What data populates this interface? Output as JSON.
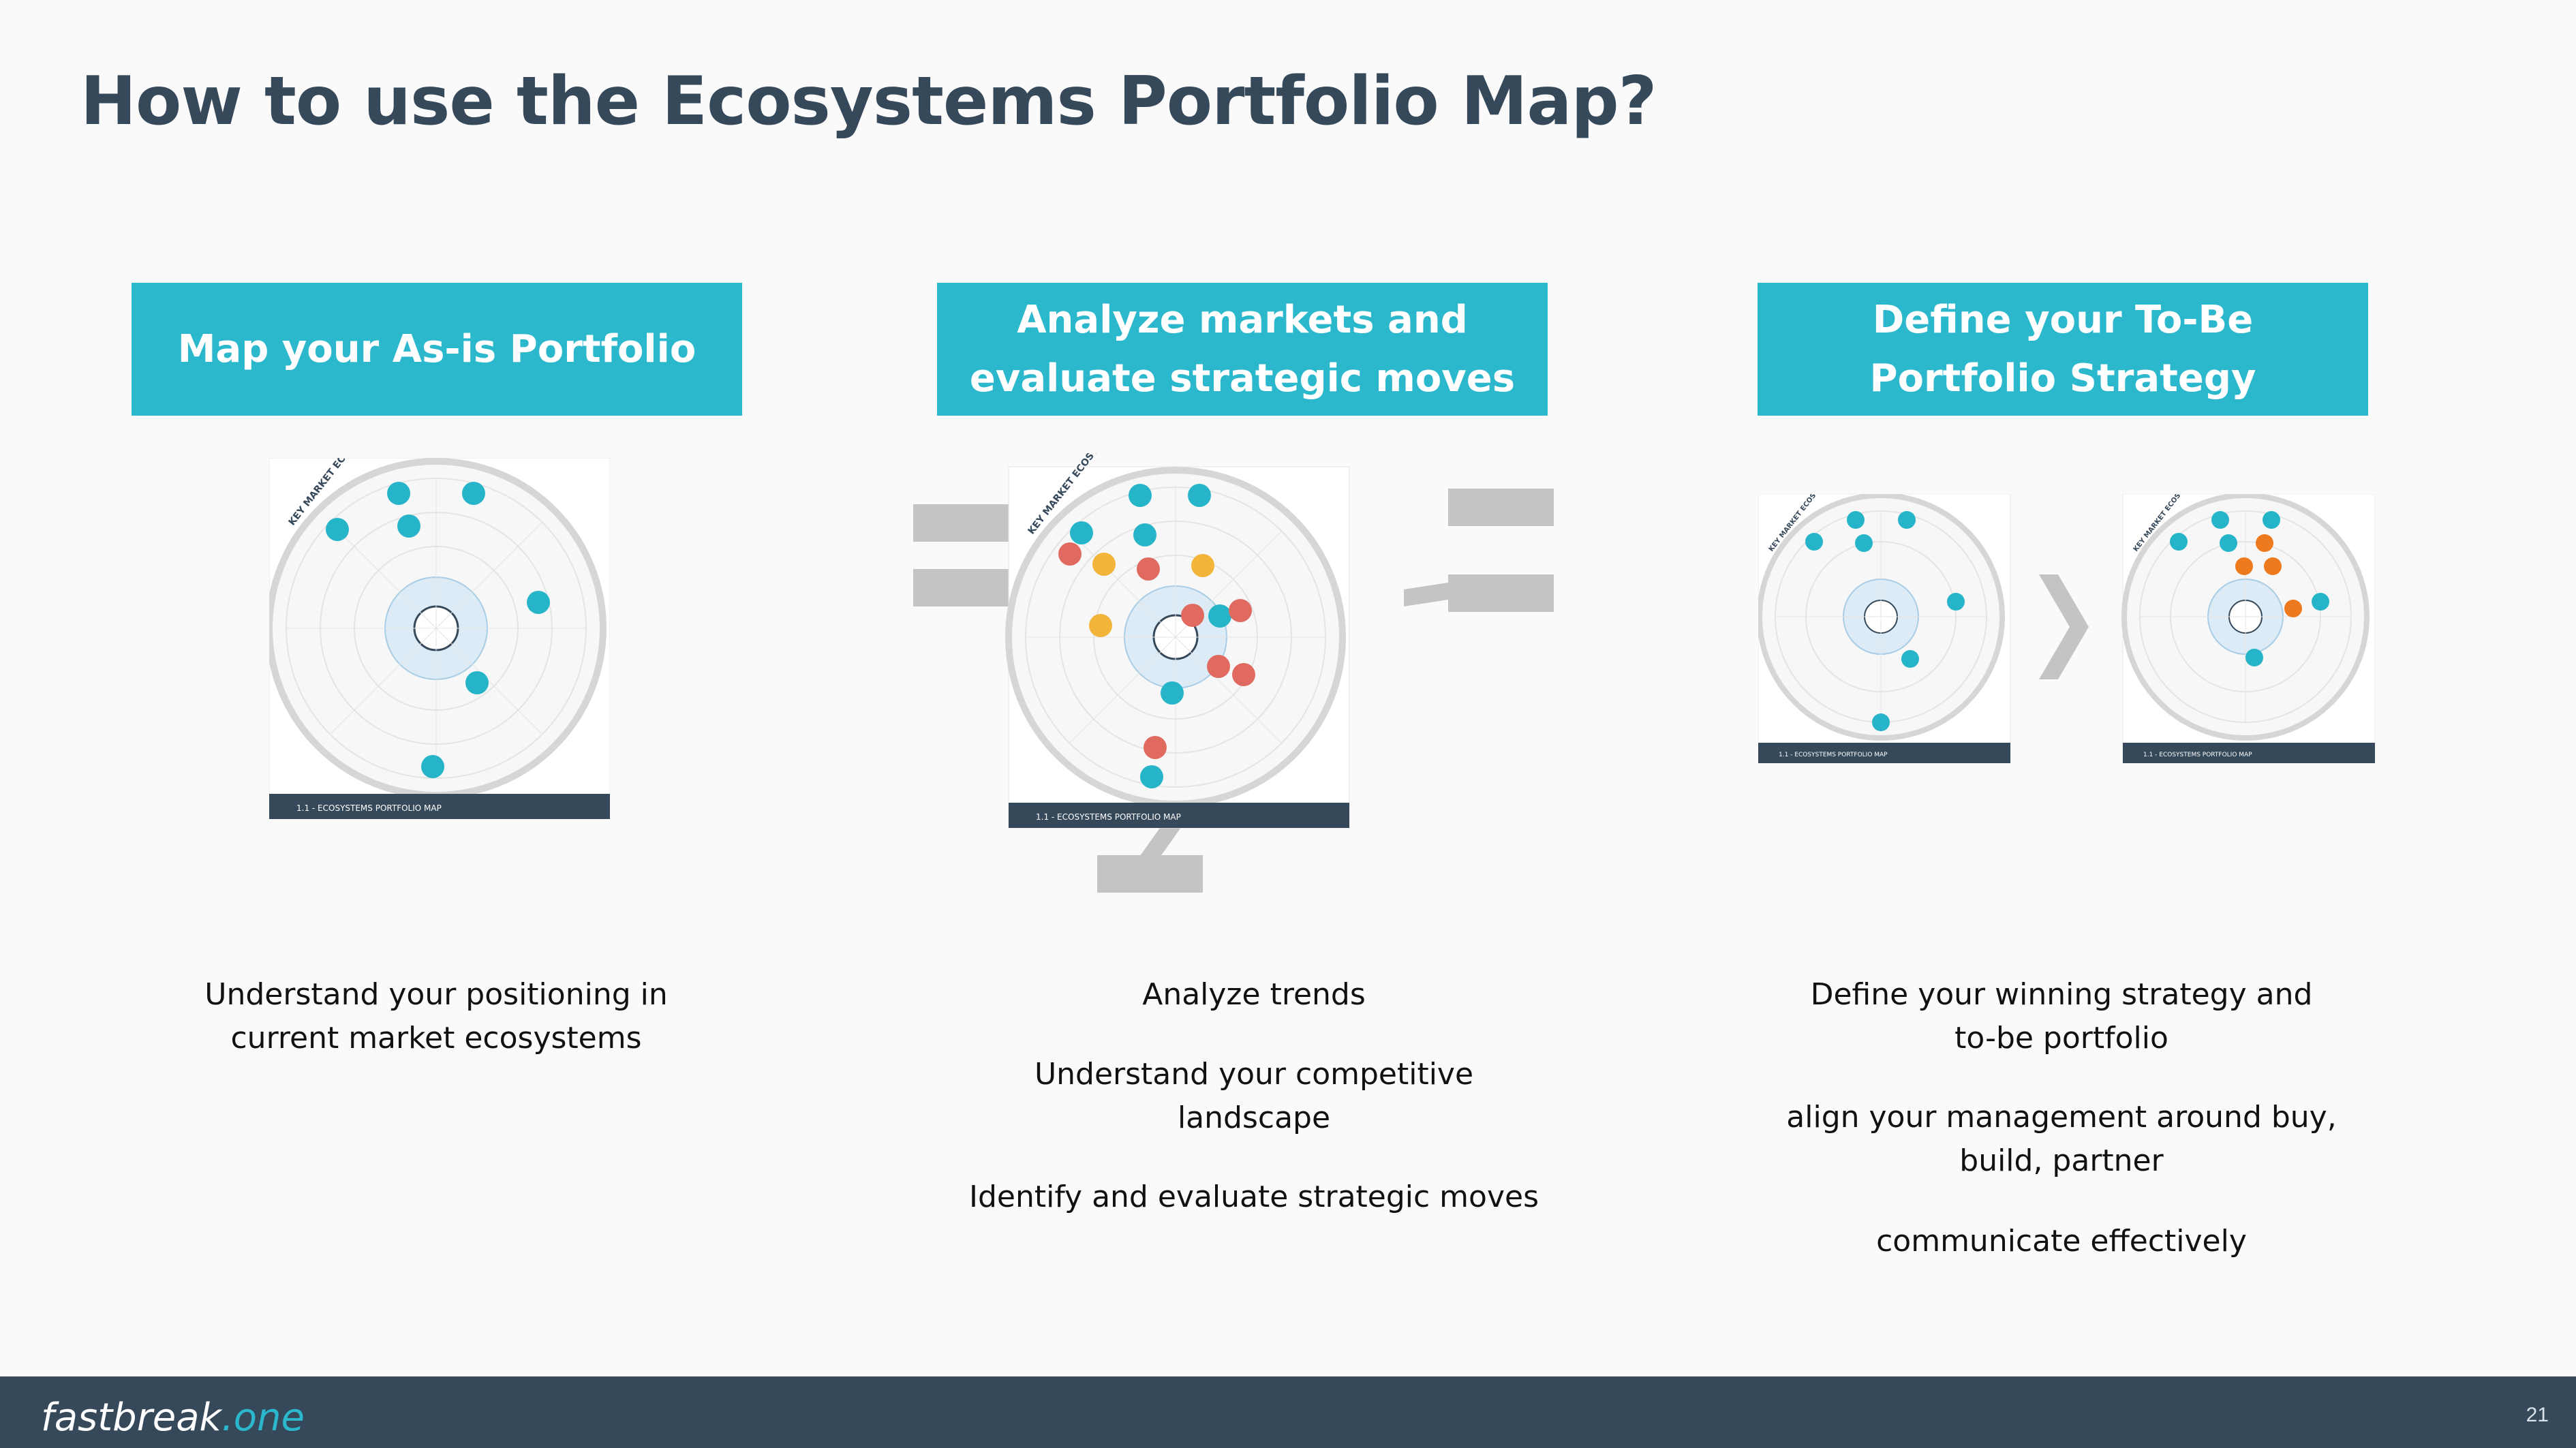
{
  "title": "How to use the Ecosystems Portfolio Map?",
  "columns": [
    {
      "header": "Map your As-is Portfolio",
      "captions": [
        "Understand your positioning in\ncurrent market ecosystems"
      ]
    },
    {
      "header": "Analyze markets and\nevaluate strategic moves",
      "captions": [
        "Analyze trends",
        "Understand your competitive\nlandscape",
        "Identify and evaluate strategic moves"
      ]
    },
    {
      "header": "Define your To-Be\nPortfolio Strategy",
      "captions": [
        "Define your winning strategy and\nto-be portfolio",
        "align your management around buy,\nbuild, partner",
        "communicate effectively"
      ]
    }
  ],
  "map_labels": {
    "arc": "KEY MARKET ECOSYSTEMS",
    "footer": "1.1 - ECOSYSTEMS PORTFOLIO MAP"
  },
  "footer": {
    "logo_main": "fastbreak",
    "logo_dot": ".one",
    "page_number": "21"
  },
  "colors": {
    "accent": "#2bb8cc",
    "title": "#36495b",
    "footer_bg": "#36495b",
    "dot_blue": "#26b5c8",
    "dot_red": "#e06a5f",
    "dot_yellow": "#f3b43a",
    "dot_orange": "#ee7a1e",
    "arrow_gray": "#c4c4c4"
  }
}
